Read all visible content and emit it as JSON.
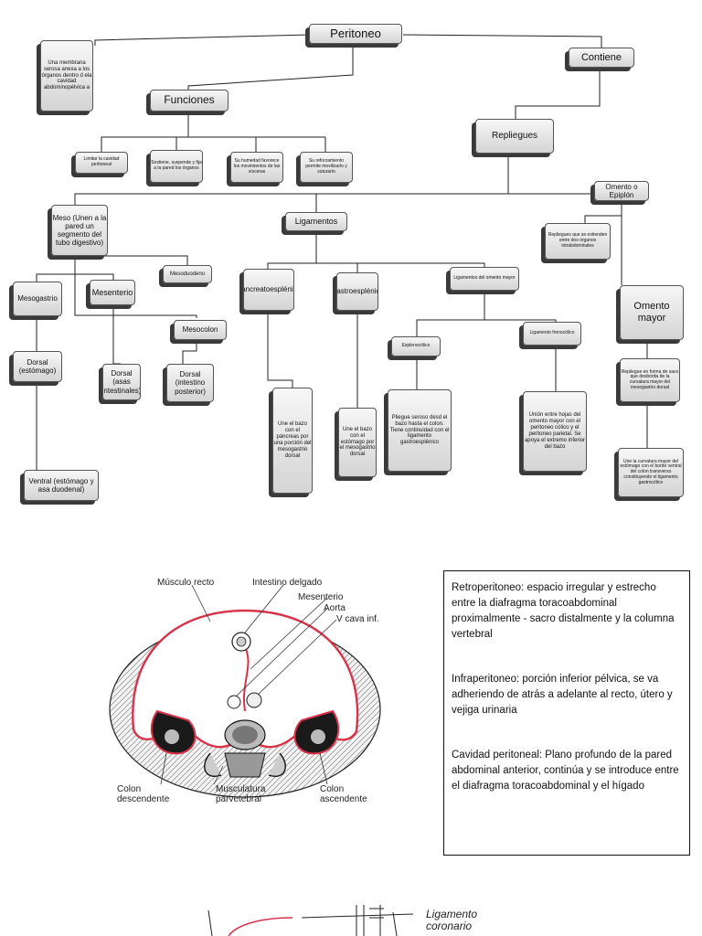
{
  "concept_map": {
    "peritoneo": "Peritoneo",
    "definicion": "Una membrana serosa anexa a los órganos dentro d ela cavidad abdominopélvica a",
    "contiene": "Contiene",
    "funciones": "Funciones",
    "funcion_items": [
      "Limitar la cavidad peritoneal",
      "Sostiene, suspende y fija a la pared los órganos",
      "Su humedad favorece los movimientos de las vísceras",
      "Su reforzamiento permite movilizarlo y suturarlo"
    ],
    "repliegues": "Repliegues",
    "meso": "Meso (Unen a la pared un segmento del tubo digestivo)",
    "ligamentos": "Ligamentos",
    "omento": "Omento o Epiplón",
    "omento_desc": "Repliegues que se extienden entre dos órganos intrabdominales",
    "mesoduodeno": "Mesoduodeno",
    "mesogastrio": "Mesogastrio",
    "mesenterio": "Mesenterio",
    "mesocolon": "Mesocolon",
    "dorsal_estomago": "Dorsal (estómago)",
    "dorsal_asas": "Dorsal (asas intestinales)",
    "dorsal_intestino": "Dorsal (intestino posterior)",
    "ventral": "Ventral (estómago y asa duodenal)",
    "pancreatoesplenico": "Pancreatoesplénico",
    "gastroesplenico": "Gastroesplénico",
    "ligamentos_omento_mayor": "Ligamentos del omento mayor",
    "pancreato_desc": "Une el bazo con el páncreas por una porción del mesogastrio dorsal",
    "gastro_desc": "Une el bazo con el estómago por el mesogastrio dorsal",
    "esplenocolico": "Esplenocólico",
    "frenocolico": "Ligamento frenocólico",
    "esplenocolico_desc": "Pliegue seroso desd el bazo hasta el colon. Tiene continuidad con el ligamento gastroesplénico",
    "frenocolico_desc": "Unión entre hojas del omento mayor con el peritoneo cólico y el peritoneo parietal. Se apoya el extremo inferior del bazo",
    "omento_mayor": "Omento mayor",
    "omento_mayor_desc1": "Repliegue en forma de saco que desborda de la curvatura mayor del mesogastrio dorsal",
    "omento_mayor_desc2": "Une la curvatura mayor del estómago con el borde ventral del colon transverso constituyendo el ligamento gastrocólico"
  },
  "cross_section": {
    "labels": {
      "musculo_recto": "Músculo recto",
      "intestino_delgado": "Intestino delgado",
      "mesenterio": "Mesenterio",
      "aorta": "Aorta",
      "v_cava": "V cava inf.",
      "colon_desc": "Colon descendente",
      "musculatura": "Musculatura parvetebral",
      "colon_asc": "Colon ascendente"
    }
  },
  "definitions": [
    "Retroperitoneo: espacio irregular y estrecho entre la diafragma toracoabdominal proximalmente - sacro distalmente y la columna vertebral",
    "Infraperitoneo: porción inferior pélvica, se va adheriendo de atrás a adelante al recto, útero y vejiga urinaria",
    "Cavidad peritoneal: Plano profundo de la pared abdominal anterior, continúa y se introduce entre el diafragma toracoabdominal y el hígado"
  ],
  "bottom_figure": {
    "label": "Ligamento coronario"
  },
  "colors": {
    "peritoneum_line": "#d9334a",
    "node_fill": "#e4e4e4",
    "node_shadow": "#3a3a3a"
  }
}
